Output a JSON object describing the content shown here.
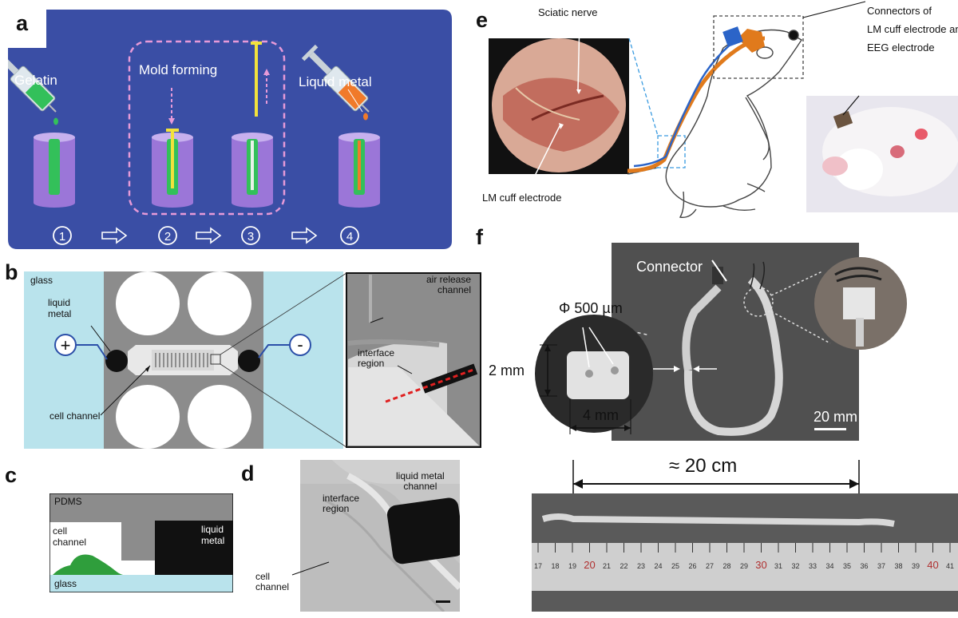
{
  "panels": {
    "a": {
      "label": "a",
      "gelatin": "Gelatin",
      "mold_forming": "Mold forming",
      "liquid_metal": "Liquid metal",
      "steps": [
        "1",
        "2",
        "3",
        "4"
      ],
      "colors": {
        "background": "#3a4ea5",
        "cylinder": "#9b76d8",
        "gelatin": "#33c05a",
        "metal": "#f07a2a",
        "mold": "#f2e23c",
        "dashed_box": "#e79ad8"
      }
    },
    "b": {
      "label": "b",
      "glass": "glass",
      "liquid_metal": "liquid\nmetal",
      "plus": "+",
      "minus": "-",
      "cell_channel": "cell channel",
      "air_release": "air release\nchannel",
      "interface_region": "interface\nregion",
      "colors": {
        "glass": "#b9e3ec",
        "pdms": "#8c8c8c",
        "laser": "#e02020"
      }
    },
    "c": {
      "label": "c",
      "pdms": "PDMS",
      "cell_channel": "cell\nchannel",
      "liquid_metal": "liquid\nmetal",
      "glass": "glass",
      "colors": {
        "cell": "#2f9e3c",
        "glass": "#b9e3ec"
      }
    },
    "d": {
      "label": "d",
      "interface_region": "interface\nregion",
      "liquid_metal_channel": "liquid metal\nchannel",
      "cell_channel": "cell\nchannel"
    },
    "e": {
      "label": "e",
      "sciatic_nerve": "Sciatic nerve",
      "lm_cuff_electrode": "LM cuff electrode",
      "connectors": "Connectors of\nLM cuff electrode and\nEEG electrode",
      "colors": {
        "lead_orange": "#e07a1c",
        "lead_blue": "#2b64c8",
        "callout": "#3a9be0"
      }
    },
    "f": {
      "label": "f",
      "connector": "Connector",
      "diameter": "Φ 500 µm",
      "height": "2 mm",
      "width": "4 mm",
      "scale": "20 mm",
      "length": "≈ 20 cm",
      "ruler_ticks": [
        "17",
        "18",
        "19",
        "20",
        "21",
        "22",
        "23",
        "24",
        "25",
        "26",
        "27",
        "28",
        "29",
        "30",
        "31",
        "32",
        "33",
        "34",
        "35",
        "36",
        "37",
        "38",
        "39",
        "40",
        "41"
      ]
    }
  }
}
